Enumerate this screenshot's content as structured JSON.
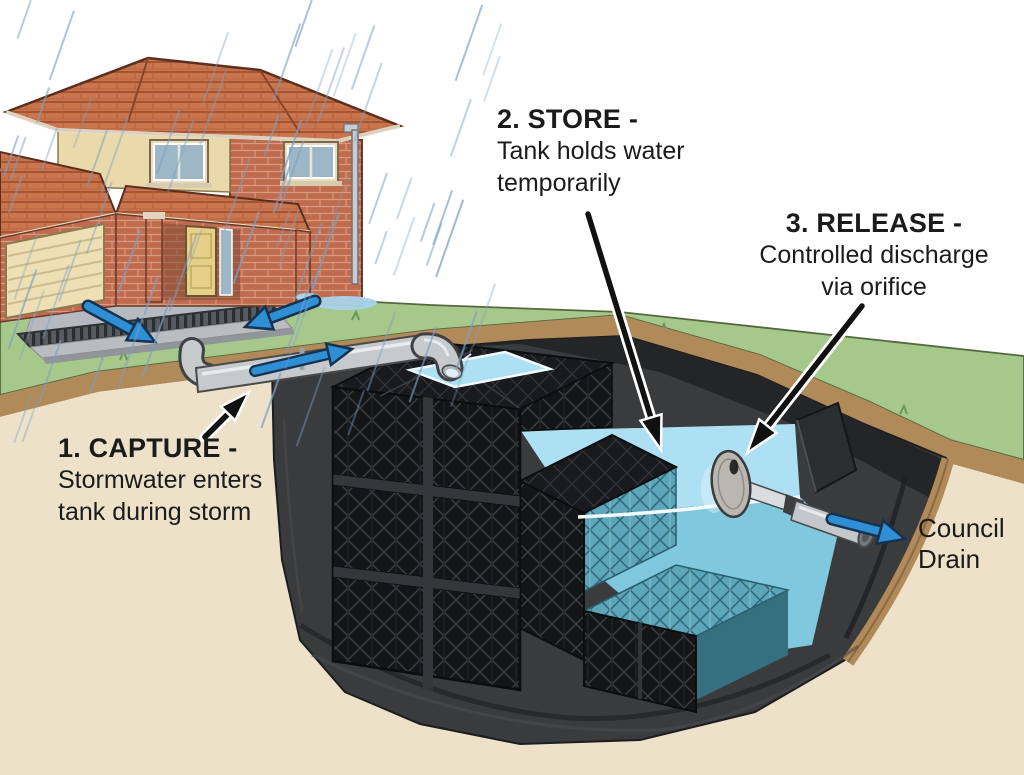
{
  "labels": {
    "capture": {
      "heading": "1. CAPTURE -",
      "line1": "Stormwater enters",
      "line2": "tank during storm"
    },
    "store": {
      "heading": "2. STORE -",
      "line1": "Tank holds water",
      "line2": "temporarily"
    },
    "release": {
      "heading": "3. RELEASE -",
      "line1": "Controlled discharge",
      "line2": "via orifice"
    },
    "council": {
      "line1": "Council",
      "line2": "Drain"
    }
  },
  "colors": {
    "sky": "#ffffff",
    "grass": "#a7c88b",
    "soil": "#b18a5a",
    "subsoil": "#ede2c9",
    "liner": "#3a3b3d",
    "liner_dark": "#242527",
    "water_surface": "#ade0f2",
    "water_deep": "#7fc8de",
    "crate": "#141517",
    "crate_submerged": "#5da6ba",
    "pipe": "#c6cacd",
    "arrow_blue": "#2f8fd4",
    "arrow_blue_outline": "#16324e",
    "roof": "#c9764e",
    "brick": "#c06b4d",
    "stucco": "#ead9ab",
    "annotation_text": "#1b1b1b",
    "rain": "#7f9fc3"
  },
  "icons": {
    "capture_arrow": "black-annotation-arrow",
    "store_arrow": "black-annotation-arrow",
    "release_arrow": "black-annotation-arrow",
    "driveway_inflow_arrows": "blue-flow-arrow",
    "inlet_pipe_arrow": "blue-flow-arrow",
    "outlet_discharge_arrow": "blue-flow-arrow"
  }
}
